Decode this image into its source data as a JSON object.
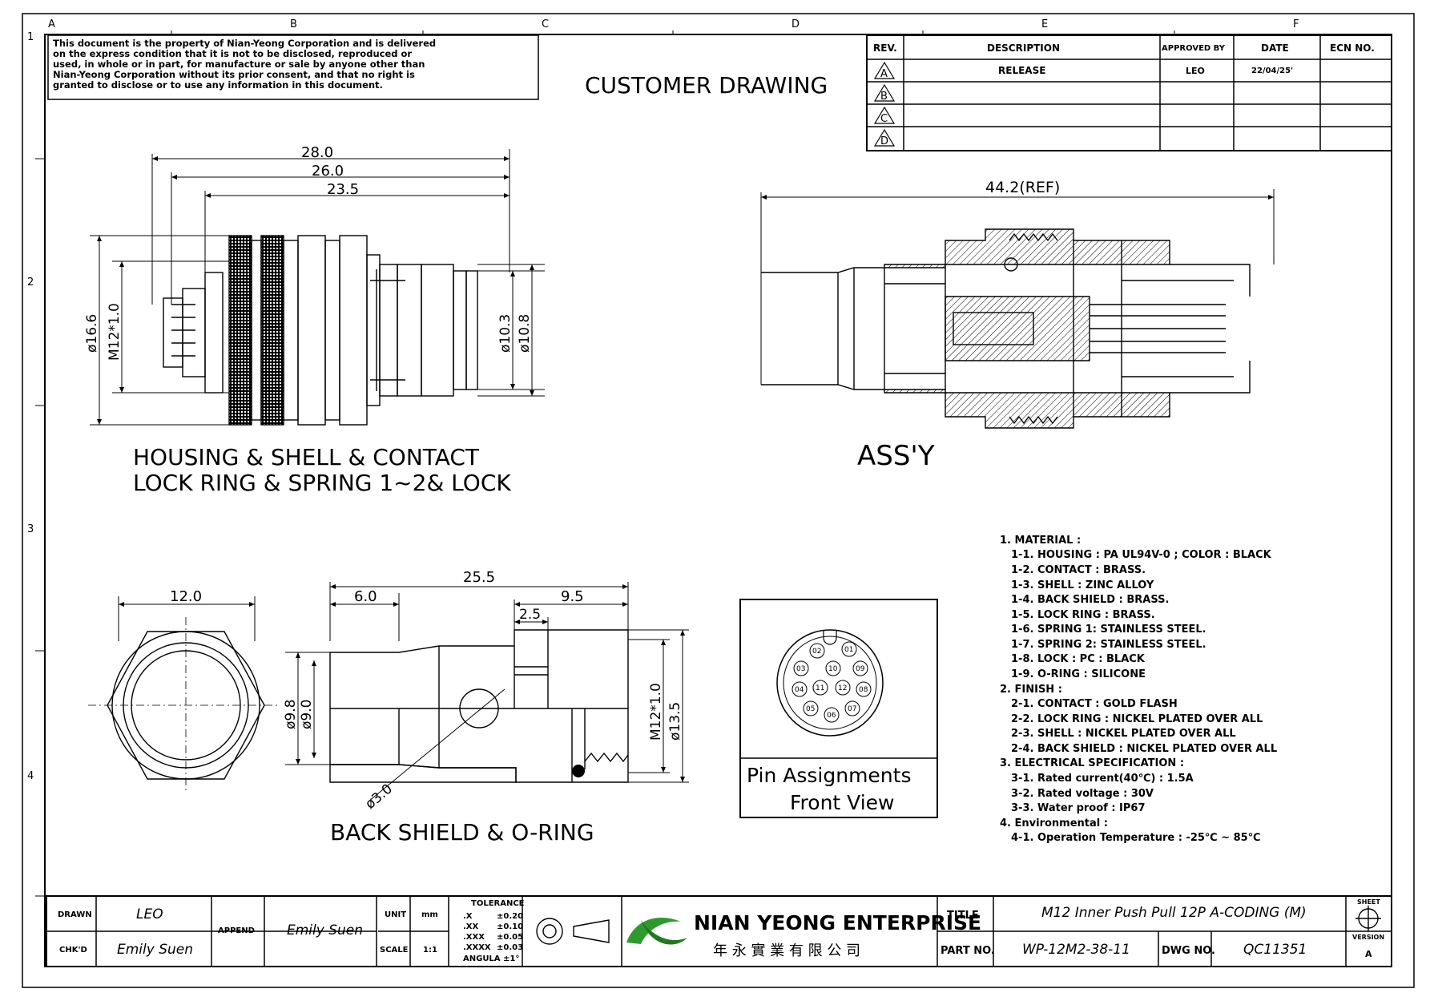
{
  "notice": {
    "lines": [
      "This document is the property of Nian-Yeong Corporation and is delivered",
      "on the express condition that it is not to be disclosed, reproduced or",
      "used, in whole or in part, for manufacture or sale by anyone other than",
      "Nian-Yeong Corporation without its prior consent, and that no right is",
      "granted to disclose or to use any information in this document."
    ]
  },
  "zones": {
    "columns": [
      "A",
      "B",
      "C",
      "D",
      "E",
      "F"
    ],
    "rows": [
      "1",
      "2",
      "3",
      "4"
    ]
  },
  "header_title": "CUSTOMER DRAWING",
  "revision_table": {
    "headers": [
      "REV.",
      "DESCRIPTION",
      "APPROVED BY",
      "DATE",
      "ECN NO."
    ],
    "rows": [
      {
        "rev": "A",
        "description": "RELEASE",
        "approved": "LEO",
        "date": "22/04/25'",
        "ecn": ""
      },
      {
        "rev": "B",
        "description": "",
        "approved": "",
        "date": "",
        "ecn": ""
      },
      {
        "rev": "C",
        "description": "",
        "approved": "",
        "date": "",
        "ecn": ""
      },
      {
        "rev": "D",
        "description": "",
        "approved": "",
        "date": "",
        "ecn": ""
      }
    ]
  },
  "view1": {
    "dims": {
      "d28": "28.0",
      "d26": "26.0",
      "d235": "23.5",
      "d166": "ø16.6",
      "m12": "M12*1.0",
      "d103": "ø10.3",
      "d108": "ø10.8"
    },
    "caption_line1": "HOUSING & SHELL & CONTACT",
    "caption_line2": "LOCK RING  & SPRING 1~2& LOCK"
  },
  "assembly": {
    "dim": "44.2(REF)",
    "caption": "ASS'Y"
  },
  "back_shield": {
    "dims": {
      "d12": "12.0",
      "d255": "25.5",
      "d6": "6.0",
      "d95": "9.5",
      "d25": "2.5",
      "d98": "ø9.8",
      "d90": "ø9.0",
      "m12": "M12*1.0",
      "d135": "ø13.5",
      "d30": "ø3.0"
    },
    "caption": "BACK SHIELD & O-RING"
  },
  "pin_view": {
    "pins": [
      "01",
      "02",
      "03",
      "04",
      "05",
      "06",
      "07",
      "08",
      "09",
      "10",
      "11",
      "12"
    ],
    "caption_line1": "Pin Assignments",
    "caption_line2": "Front View"
  },
  "notes": [
    "1. MATERIAL :",
    "1-1. HOUSING : PA UL94V-0 ; COLOR : BLACK",
    "1-2. CONTACT : BRASS.",
    "1-3. SHELL : ZINC ALLOY",
    "1-4. BACK SHIELD  : BRASS.",
    "1-5. LOCK RING  : BRASS.",
    "1-6. SPRING 1: STAINLESS STEEL.",
    "1-7. SPRING 2: STAINLESS STEEL.",
    "1-8. LOCK : PC : BLACK",
    "1-9. O-RING : SILICONE",
    "2. FINISH :",
    "2-1. CONTACT : GOLD FLASH",
    "2-2. LOCK RING  : NICKEL PLATED OVER ALL",
    "2-3. SHELL : NICKEL PLATED OVER ALL",
    "2-4. BACK SHIELD : NICKEL PLATED OVER ALL",
    "3. ELECTRICAL SPECIFICATION :",
    "3-1. Rated current(40℃) : 1.5A",
    "3-2. Rated voltage : 30V",
    "3-3. Water proof : IP67",
    "4. Environmental :",
    "4-1. Operation Temperature : -25℃ ~ 85℃"
  ],
  "title_block": {
    "drawn_label": "DRAWN",
    "drawn_value": "LEO",
    "chkd_label": "CHK'D",
    "chkd_value": "Emily Suen",
    "append_label": "APPEND",
    "append_value": "Emily Suen",
    "unit_label": "UNIT",
    "unit_value": "mm",
    "scale_label": "SCALE",
    "scale_value": "1:1",
    "tolerance_title": "TOLERANCE",
    "tolerance": [
      {
        "k": ".X",
        "v": "±0.20"
      },
      {
        "k": ".XX",
        "v": "±0.10"
      },
      {
        "k": ".XXX",
        "v": "±0.05"
      },
      {
        "k": ".XXXX",
        "v": "±0.03"
      },
      {
        "k": "ANGULA",
        "v": "±1°"
      }
    ],
    "company": "NIAN YEONG ENTERPRISE",
    "company_cn": "年 永 實 業 有 限 公 司",
    "title_label": "TITLE",
    "title_value": "M12 Inner Push Pull 12P A-CODING (M)",
    "part_label": "PART NO.",
    "part_value": "WP-12M2-38-11",
    "dwg_label": "DWG NO.",
    "dwg_value": "QC11351",
    "sheet_label": "SHEET",
    "version_label": "VERSION",
    "version_value": "A"
  }
}
